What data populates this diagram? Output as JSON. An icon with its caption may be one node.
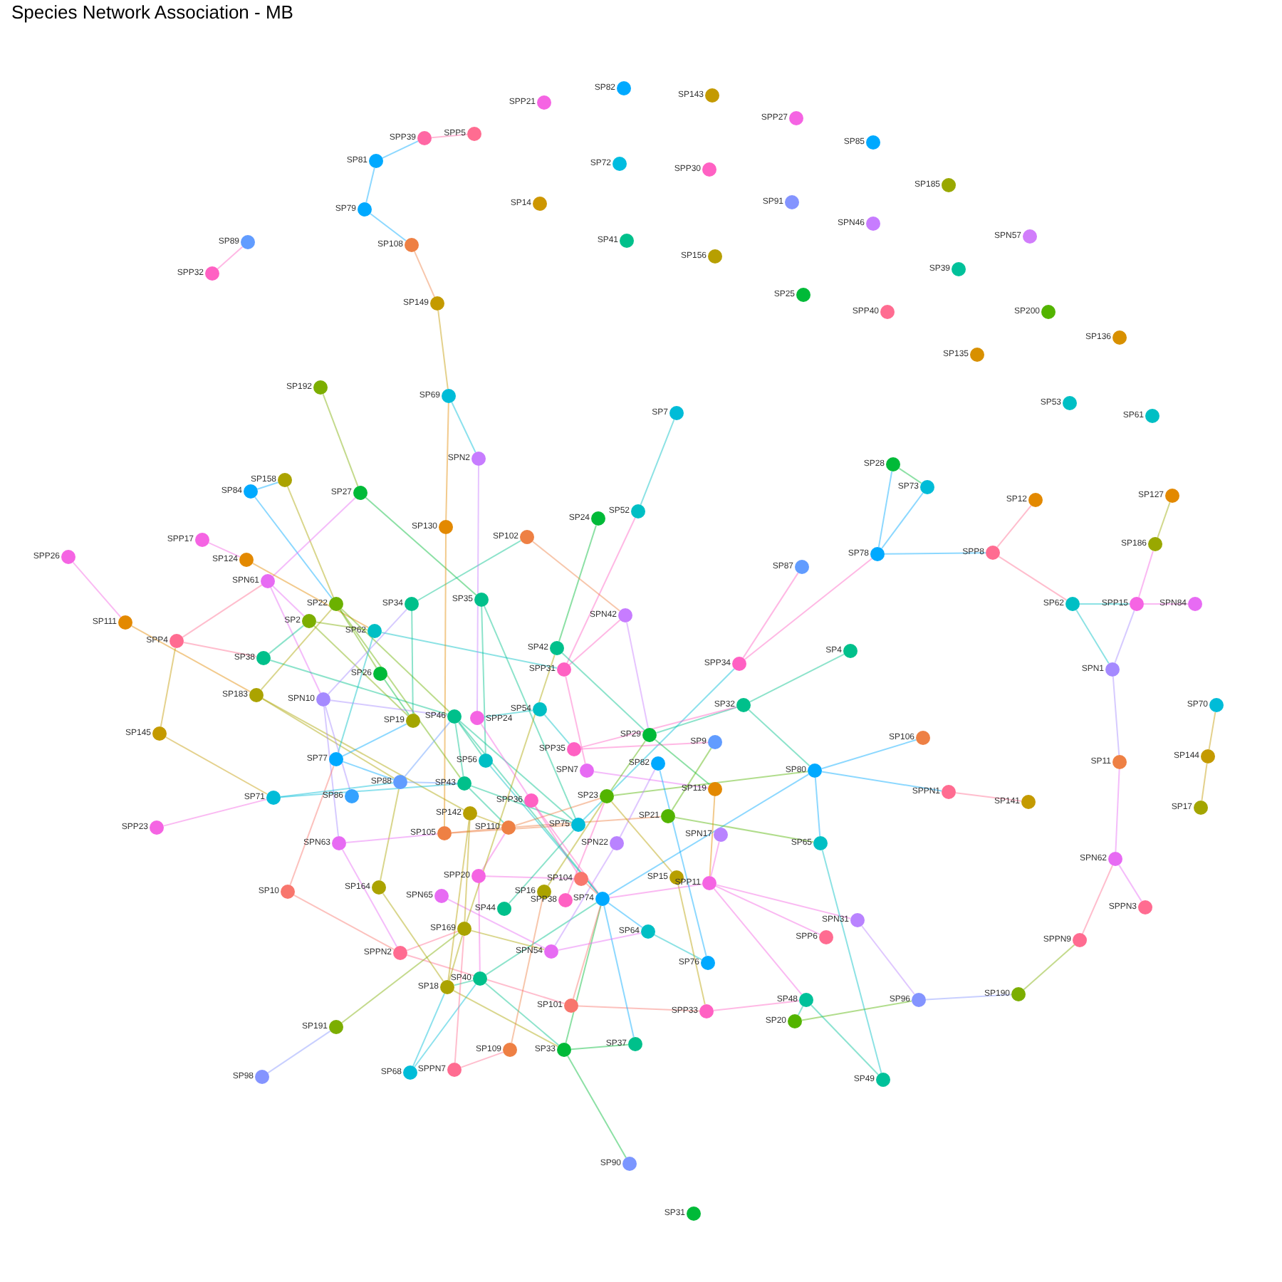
{
  "diagram": {
    "title": "Species Network Association - MB",
    "nodes": [
      {
        "text": [],
        "shape": "circle",
        "beside": [
          "SP82"
        ]
      },
      {
        "text": [],
        "shape": "circle",
        "beside": [
          "SP143"
        ]
      },
      {
        "text": [],
        "shape": "circle",
        "beside": [
          "SPP21"
        ]
      },
      {
        "text": [],
        "shape": "circle",
        "beside": [
          "SPP27"
        ]
      },
      {
        "text": [],
        "shape": "circle",
        "beside": [
          "SPP5"
        ]
      },
      {
        "text": [],
        "shape": "circle",
        "beside": [
          "SPP39"
        ]
      },
      {
        "text": [],
        "shape": "circle",
        "beside": [
          "SP85"
        ]
      },
      {
        "text": [],
        "shape": "circle",
        "beside": [
          "SP81"
        ]
      },
      {
        "text": [],
        "shape": "circle",
        "beside": [
          "SP72"
        ]
      },
      {
        "text": [],
        "shape": "circle",
        "beside": [
          "SPP30"
        ]
      },
      {
        "text": [],
        "shape": "circle",
        "beside": [
          "SP185"
        ]
      },
      {
        "text": [],
        "shape": "circle",
        "beside": [
          "SP14"
        ]
      },
      {
        "text": [],
        "shape": "circle",
        "beside": [
          "SP91"
        ]
      },
      {
        "text": [],
        "shape": "circle",
        "beside": [
          "SP79"
        ]
      },
      {
        "text": [],
        "shape": "circle",
        "beside": [
          "SPN46"
        ]
      },
      {
        "text": [],
        "shape": "circle",
        "beside": [
          "SPN57"
        ]
      },
      {
        "text": [],
        "shape": "circle",
        "beside": [
          "SP41"
        ]
      },
      {
        "text": [],
        "shape": "circle",
        "beside": [
          "SP89"
        ]
      },
      {
        "text": [],
        "shape": "circle",
        "beside": [
          "SP108"
        ]
      },
      {
        "text": [],
        "shape": "circle",
        "beside": [
          "SP156"
        ]
      },
      {
        "text": [],
        "shape": "circle",
        "beside": [
          "SP39"
        ]
      },
      {
        "text": [],
        "shape": "circle",
        "beside": [
          "SPP32"
        ]
      },
      {
        "text": [],
        "shape": "circle",
        "beside": [
          "SP25"
        ]
      },
      {
        "text": [],
        "shape": "circle",
        "beside": [
          "SP149"
        ]
      },
      {
        "text": [],
        "shape": "circle",
        "beside": [
          "SPP40"
        ]
      },
      {
        "text": [],
        "shape": "circle",
        "beside": [
          "SP200"
        ]
      },
      {
        "text": [],
        "shape": "circle",
        "beside": [
          "SP136"
        ]
      },
      {
        "text": [],
        "shape": "circle",
        "beside": [
          "SP135"
        ]
      },
      {
        "text": [],
        "shape": "circle",
        "beside": [
          "SP192"
        ]
      },
      {
        "text": [],
        "shape": "circle",
        "beside": [
          "SP69"
        ]
      },
      {
        "text": [],
        "shape": "circle",
        "beside": [
          "SP53"
        ]
      },
      {
        "text": [],
        "shape": "circle",
        "beside": [
          "SP7"
        ]
      },
      {
        "text": [],
        "shape": "circle",
        "beside": [
          "SP61"
        ]
      },
      {
        "text": [],
        "shape": "circle",
        "beside": [
          "SPN2"
        ]
      },
      {
        "text": [],
        "shape": "circle",
        "beside": [
          "SP28"
        ]
      },
      {
        "text": [],
        "shape": "circle",
        "beside": [
          "SP158"
        ]
      },
      {
        "text": [],
        "shape": "circle",
        "beside": [
          "SP73"
        ]
      },
      {
        "text": [],
        "shape": "circle",
        "beside": [
          "SP84"
        ]
      },
      {
        "text": [],
        "shape": "circle",
        "beside": [
          "SP27"
        ]
      },
      {
        "text": [],
        "shape": "circle",
        "beside": [
          "SP127"
        ]
      },
      {
        "text": [],
        "shape": "circle",
        "beside": [
          "SP12"
        ]
      },
      {
        "text": [],
        "shape": "circle",
        "beside": [
          "SP52"
        ]
      },
      {
        "text": [],
        "shape": "circle",
        "beside": [
          "SP24"
        ]
      },
      {
        "text": [],
        "shape": "circle",
        "beside": [
          "SP130"
        ]
      },
      {
        "text": [],
        "shape": "circle",
        "beside": [
          "SP102"
        ]
      },
      {
        "text": [],
        "shape": "circle",
        "beside": [
          "SPP17"
        ]
      },
      {
        "text": [],
        "shape": "circle",
        "beside": [
          "SP186"
        ]
      },
      {
        "text": [],
        "shape": "circle",
        "beside": [
          "SP78"
        ]
      },
      {
        "text": [],
        "shape": "circle",
        "beside": [
          "SPP8"
        ]
      },
      {
        "text": [],
        "shape": "circle",
        "beside": [
          "SPP26"
        ]
      },
      {
        "text": [],
        "shape": "circle",
        "beside": [
          "SP124"
        ]
      },
      {
        "text": [],
        "shape": "circle",
        "beside": [
          "SP87"
        ]
      },
      {
        "text": [],
        "shape": "circle",
        "beside": [
          "SPN61"
        ]
      },
      {
        "text": [],
        "shape": "circle",
        "beside": [
          "SP35"
        ]
      },
      {
        "text": [],
        "shape": "circle",
        "beside": [
          "SP22"
        ]
      },
      {
        "text": [],
        "shape": "circle",
        "beside": [
          "SP34"
        ]
      },
      {
        "text": [],
        "shape": "circle",
        "beside": [
          "SP62"
        ]
      },
      {
        "text": [],
        "shape": "circle",
        "beside": [
          "SPP15"
        ]
      },
      {
        "text": [],
        "shape": "circle",
        "beside": [
          "SPN84"
        ]
      },
      {
        "text": [],
        "shape": "circle",
        "beside": [
          "SPN42"
        ]
      },
      {
        "text": [],
        "shape": "circle",
        "beside": [
          "SP2"
        ]
      },
      {
        "text": [],
        "shape": "circle",
        "beside": [
          "SP111"
        ]
      },
      {
        "text": [],
        "shape": "circle",
        "beside": [
          "SP62"
        ]
      },
      {
        "text": [],
        "shape": "circle",
        "beside": [
          "SPP4"
        ]
      },
      {
        "text": [],
        "shape": "circle",
        "beside": [
          "SP42"
        ]
      },
      {
        "text": [],
        "shape": "circle",
        "beside": [
          "SP4"
        ]
      },
      {
        "text": [],
        "shape": "circle",
        "beside": [
          "SP38"
        ]
      },
      {
        "text": [],
        "shape": "circle",
        "beside": [
          "SPP34"
        ]
      },
      {
        "text": [],
        "shape": "circle",
        "beside": [
          "SPP31"
        ]
      },
      {
        "text": [],
        "shape": "circle",
        "beside": [
          "SPN1"
        ]
      },
      {
        "text": [],
        "shape": "circle",
        "beside": [
          "SP26"
        ]
      },
      {
        "text": [],
        "shape": "circle",
        "beside": [
          "SP183"
        ]
      },
      {
        "text": [],
        "shape": "circle",
        "beside": [
          "SPN10"
        ]
      },
      {
        "text": [],
        "shape": "circle",
        "beside": [
          "SP32"
        ]
      },
      {
        "text": [],
        "shape": "circle",
        "beside": [
          "SP70"
        ]
      },
      {
        "text": [],
        "shape": "circle",
        "beside": [
          "SP54"
        ]
      },
      {
        "text": [],
        "shape": "circle",
        "beside": [
          "SP46"
        ]
      },
      {
        "text": [],
        "shape": "circle",
        "beside": [
          "SPP24"
        ]
      },
      {
        "text": [],
        "shape": "circle",
        "beside": [
          "SP19"
        ]
      },
      {
        "text": [],
        "shape": "circle",
        "beside": [
          "SP145"
        ]
      },
      {
        "text": [],
        "shape": "circle",
        "beside": [
          "SP29"
        ]
      },
      {
        "text": [],
        "shape": "circle",
        "beside": [
          "SP106"
        ]
      },
      {
        "text": [],
        "shape": "circle",
        "beside": [
          "SP9"
        ]
      },
      {
        "text": [],
        "shape": "circle",
        "beside": [
          "SPP35"
        ]
      },
      {
        "text": [],
        "shape": "circle",
        "beside": [
          "SP144"
        ]
      },
      {
        "text": [],
        "shape": "circle",
        "beside": [
          "SP77"
        ]
      },
      {
        "text": [],
        "shape": "circle",
        "beside": [
          "SP56"
        ]
      },
      {
        "text": [],
        "shape": "circle",
        "beside": [
          "SP11"
        ]
      },
      {
        "text": [],
        "shape": "circle",
        "beside": [
          "SP82"
        ]
      },
      {
        "text": [],
        "shape": "circle",
        "beside": [
          "SP80"
        ]
      },
      {
        "text": [],
        "shape": "circle",
        "beside": [
          "SPN7"
        ]
      },
      {
        "text": [],
        "shape": "circle",
        "beside": [
          "SP88"
        ]
      },
      {
        "text": [],
        "shape": "circle",
        "beside": [
          "SP43"
        ]
      },
      {
        "text": [],
        "shape": "circle",
        "beside": [
          "SP119"
        ]
      },
      {
        "text": [],
        "shape": "circle",
        "beside": [
          "SPPN1"
        ]
      },
      {
        "text": [],
        "shape": "circle",
        "beside": [
          "SP23"
        ]
      },
      {
        "text": [],
        "shape": "circle",
        "beside": [
          "SP86"
        ]
      },
      {
        "text": [],
        "shape": "circle",
        "beside": [
          "SP71"
        ]
      },
      {
        "text": [],
        "shape": "circle",
        "beside": [
          "SPP36"
        ]
      },
      {
        "text": [],
        "shape": "circle",
        "beside": [
          "SP141"
        ]
      },
      {
        "text": [],
        "shape": "circle",
        "beside": [
          "SP17"
        ]
      },
      {
        "text": [],
        "shape": "circle",
        "beside": [
          "SP142"
        ]
      },
      {
        "text": [],
        "shape": "circle",
        "beside": [
          "SP21"
        ]
      },
      {
        "text": [],
        "shape": "circle",
        "beside": [
          "SP75"
        ]
      },
      {
        "text": [],
        "shape": "circle",
        "beside": [
          "SPP23"
        ]
      },
      {
        "text": [],
        "shape": "circle",
        "beside": [
          "SP110"
        ]
      },
      {
        "text": [],
        "shape": "circle",
        "beside": [
          "SP105"
        ]
      },
      {
        "text": [],
        "shape": "circle",
        "beside": [
          "SPN17"
        ]
      },
      {
        "text": [],
        "shape": "circle",
        "beside": [
          "SPN63"
        ]
      },
      {
        "text": [],
        "shape": "circle",
        "beside": [
          "SPN22"
        ]
      },
      {
        "text": [],
        "shape": "circle",
        "beside": [
          "SP65"
        ]
      },
      {
        "text": [],
        "shape": "circle",
        "beside": [
          "SPN62"
        ]
      },
      {
        "text": [],
        "shape": "circle",
        "beside": [
          "SPP20"
        ]
      },
      {
        "text": [],
        "shape": "circle",
        "beside": [
          "SP15"
        ]
      },
      {
        "text": [],
        "shape": "circle",
        "beside": [
          "SP104"
        ]
      },
      {
        "text": [],
        "shape": "circle",
        "beside": [
          "SPP11"
        ]
      },
      {
        "text": [],
        "shape": "circle",
        "beside": [
          "SP164"
        ]
      },
      {
        "text": [],
        "shape": "circle",
        "beside": [
          "SP10"
        ]
      },
      {
        "text": [],
        "shape": "circle",
        "beside": [
          "SP16"
        ]
      },
      {
        "text": [],
        "shape": "circle",
        "beside": [
          "SPN65"
        ]
      },
      {
        "text": [],
        "shape": "circle",
        "beside": [
          "SP74"
        ]
      },
      {
        "text": [],
        "shape": "circle",
        "beside": [
          "SPP38"
        ]
      },
      {
        "text": [],
        "shape": "circle",
        "beside": [
          "SPPN3"
        ]
      },
      {
        "text": [],
        "shape": "circle",
        "beside": [
          "SP44"
        ]
      },
      {
        "text": [],
        "shape": "circle",
        "beside": [
          "SPN31"
        ]
      },
      {
        "text": [],
        "shape": "circle",
        "beside": [
          "SP169"
        ]
      },
      {
        "text": [],
        "shape": "circle",
        "beside": [
          "SP64"
        ]
      },
      {
        "text": [],
        "shape": "circle",
        "beside": [
          "SPP6"
        ]
      },
      {
        "text": [],
        "shape": "circle",
        "beside": [
          "SPPN9"
        ]
      },
      {
        "text": [],
        "shape": "circle",
        "beside": [
          "SPN54"
        ]
      },
      {
        "text": [],
        "shape": "circle",
        "beside": [
          "SPPN2"
        ]
      },
      {
        "text": [],
        "shape": "circle",
        "beside": [
          "SP76"
        ]
      },
      {
        "text": [],
        "shape": "circle",
        "beside": [
          "SP40"
        ]
      },
      {
        "text": [],
        "shape": "circle",
        "beside": [
          "SP18"
        ]
      },
      {
        "text": [],
        "shape": "circle",
        "beside": [
          "SP190"
        ]
      },
      {
        "text": [],
        "shape": "circle",
        "beside": [
          "SP48"
        ]
      },
      {
        "text": [],
        "shape": "circle",
        "beside": [
          "SP96"
        ]
      },
      {
        "text": [],
        "shape": "circle",
        "beside": [
          "SP101"
        ]
      },
      {
        "text": [],
        "shape": "circle",
        "beside": [
          "SPP33"
        ]
      },
      {
        "text": [],
        "shape": "circle",
        "beside": [
          "SP20"
        ]
      },
      {
        "text": [],
        "shape": "circle",
        "beside": [
          "SP191"
        ]
      },
      {
        "text": [],
        "shape": "circle",
        "beside": [
          "SP37"
        ]
      },
      {
        "text": [],
        "shape": "circle",
        "beside": [
          "SP109"
        ]
      },
      {
        "text": [],
        "shape": "circle",
        "beside": [
          "SP33"
        ]
      },
      {
        "text": [],
        "shape": "circle",
        "beside": [
          "SPPN7"
        ]
      },
      {
        "text": [],
        "shape": "circle",
        "beside": [
          "SP68"
        ]
      },
      {
        "text": [],
        "shape": "circle",
        "beside": [
          "SP98"
        ]
      },
      {
        "text": [],
        "shape": "circle",
        "beside": [
          "SP49"
        ]
      },
      {
        "text": [],
        "shape": "circle",
        "beside": [
          "SP90"
        ]
      },
      {
        "text": [],
        "shape": "circle",
        "beside": [
          "SP31"
        ]
      }
    ],
    "edges": [
      {
        "from": 5,
        "to": 4,
        "arrow": "none",
        "color": "#ff67a4"
      },
      {
        "from": 7,
        "to": 5,
        "arrow": "none",
        "color": "#00a9ff"
      },
      {
        "from": 7,
        "to": 13,
        "arrow": "none",
        "color": "#00a9ff"
      },
      {
        "from": 13,
        "to": 18,
        "arrow": "none",
        "color": "#00a9ff"
      },
      {
        "from": 18,
        "to": 23,
        "arrow": "none",
        "color": "#ee8044"
      },
      {
        "from": 23,
        "to": 29,
        "arrow": "none",
        "color": "#c49a00"
      },
      {
        "from": 21,
        "to": 17,
        "arrow": "none",
        "color": "#ff61c3"
      },
      {
        "from": 29,
        "to": 33,
        "arrow": "none",
        "color": "#00bcd8"
      },
      {
        "from": 43,
        "to": 29,
        "arrow": "none",
        "color": "#e38900"
      },
      {
        "from": 28,
        "to": 38,
        "arrow": "none",
        "color": "#7cae00"
      },
      {
        "from": 37,
        "to": 35,
        "arrow": "none",
        "color": "#00a9ff"
      },
      {
        "from": 35,
        "to": 54,
        "arrow": "none",
        "color": "#aba300"
      },
      {
        "from": 37,
        "to": 54,
        "arrow": "none",
        "color": "#00a9ff"
      },
      {
        "from": 52,
        "to": 38,
        "arrow": "none",
        "color": "#e76bf3"
      },
      {
        "from": 38,
        "to": 53,
        "arrow": "none",
        "color": "#00ba38"
      },
      {
        "from": 45,
        "to": 50,
        "arrow": "none",
        "color": "#f564e3"
      },
      {
        "from": 50,
        "to": 62,
        "arrow": "none",
        "color": "#e38900"
      },
      {
        "from": 52,
        "to": 60,
        "arrow": "none",
        "color": "#e76bf3"
      },
      {
        "from": 63,
        "to": 52,
        "arrow": "none",
        "color": "#ff6c91"
      },
      {
        "from": 52,
        "to": 72,
        "arrow": "none",
        "color": "#e76bf3"
      },
      {
        "from": 49,
        "to": 61,
        "arrow": "none",
        "color": "#f564e3"
      },
      {
        "from": 61,
        "to": 71,
        "arrow": "none",
        "color": "#e38900"
      },
      {
        "from": 63,
        "to": 66,
        "arrow": "none",
        "color": "#ff6c91"
      },
      {
        "from": 79,
        "to": 63,
        "arrow": "none",
        "color": "#c49a00"
      },
      {
        "from": 79,
        "to": 97,
        "arrow": "none",
        "color": "#c49a00"
      },
      {
        "from": 104,
        "to": 97,
        "arrow": "none",
        "color": "#f564e3"
      },
      {
        "from": 66,
        "to": 60,
        "arrow": "none",
        "color": "#00c08b"
      },
      {
        "from": 66,
        "to": 76,
        "arrow": "none",
        "color": "#00c08b"
      },
      {
        "from": 71,
        "to": 54,
        "arrow": "none",
        "color": "#aba300"
      },
      {
        "from": 71,
        "to": 91,
        "arrow": "none",
        "color": "#aba300"
      },
      {
        "from": 71,
        "to": 101,
        "arrow": "none",
        "color": "#aba300"
      },
      {
        "from": 54,
        "to": 70,
        "arrow": "none",
        "color": "#6bb100"
      },
      {
        "from": 54,
        "to": 76,
        "arrow": "none",
        "color": "#6bb100"
      },
      {
        "from": 54,
        "to": 92,
        "arrow": "none",
        "color": "#6bb100"
      },
      {
        "from": 60,
        "to": 62,
        "arrow": "none",
        "color": "#7cae00"
      },
      {
        "from": 60,
        "to": 78,
        "arrow": "none",
        "color": "#7cae00"
      },
      {
        "from": 62,
        "to": 68,
        "arrow": "none",
        "color": "#00bfc4"
      },
      {
        "from": 62,
        "to": 85,
        "arrow": "none",
        "color": "#00bfc4"
      },
      {
        "from": 72,
        "to": 55,
        "arrow": "none",
        "color": "#a58aff"
      },
      {
        "from": 55,
        "to": 78,
        "arrow": "none",
        "color": "#00c08b"
      },
      {
        "from": 55,
        "to": 44,
        "arrow": "none",
        "color": "#00c08b"
      },
      {
        "from": 70,
        "to": 78,
        "arrow": "none",
        "color": "#00ba38"
      },
      {
        "from": 72,
        "to": 76,
        "arrow": "none",
        "color": "#a58aff"
      },
      {
        "from": 72,
        "to": 96,
        "arrow": "none",
        "color": "#a58aff"
      },
      {
        "from": 72,
        "to": 108,
        "arrow": "none",
        "color": "#a58aff"
      },
      {
        "from": 85,
        "to": 78,
        "arrow": "none",
        "color": "#00a9ff"
      },
      {
        "from": 85,
        "to": 91,
        "arrow": "none",
        "color": "#00a9ff"
      },
      {
        "from": 117,
        "to": 85,
        "arrow": "none",
        "color": "#f8766d"
      },
      {
        "from": 97,
        "to": 91,
        "arrow": "none",
        "color": "#00bcd8"
      },
      {
        "from": 97,
        "to": 92,
        "arrow": "none",
        "color": "#00bcd8"
      },
      {
        "from": 91,
        "to": 76,
        "arrow": "none",
        "color": "#619cff"
      },
      {
        "from": 91,
        "to": 92,
        "arrow": "none",
        "color": "#619cff"
      },
      {
        "from": 116,
        "to": 91,
        "arrow": "none",
        "color": "#aba300"
      },
      {
        "from": 108,
        "to": 106,
        "arrow": "none",
        "color": "#e76bf3"
      },
      {
        "from": 108,
        "to": 130,
        "arrow": "none",
        "color": "#e76bf3"
      },
      {
        "from": 117,
        "to": 130,
        "arrow": "none",
        "color": "#f8766d"
      },
      {
        "from": 130,
        "to": 137,
        "arrow": "none",
        "color": "#ff6c91"
      },
      {
        "from": 130,
        "to": 125,
        "arrow": "none",
        "color": "#ff6c91"
      },
      {
        "from": 116,
        "to": 133,
        "arrow": "none",
        "color": "#aba300"
      },
      {
        "from": 146,
        "to": 140,
        "arrow": "none",
        "color": "#8494ff"
      },
      {
        "from": 140,
        "to": 125,
        "arrow": "none",
        "color": "#7cae00"
      },
      {
        "from": 125,
        "to": 129,
        "arrow": "none",
        "color": "#aba300"
      },
      {
        "from": 125,
        "to": 133,
        "arrow": "none",
        "color": "#aba300"
      },
      {
        "from": 119,
        "to": 129,
        "arrow": "none",
        "color": "#e76bf3"
      },
      {
        "from": 112,
        "to": 114,
        "arrow": "none",
        "color": "#f564e3"
      },
      {
        "from": 112,
        "to": 132,
        "arrow": "none",
        "color": "#f564e3"
      },
      {
        "from": 123,
        "to": 103,
        "arrow": "none",
        "color": "#00c08b"
      },
      {
        "from": 132,
        "to": 120,
        "arrow": "none",
        "color": "#00c08b"
      },
      {
        "from": 132,
        "to": 133,
        "arrow": "none",
        "color": "#00c08b"
      },
      {
        "from": 145,
        "to": 132,
        "arrow": "none",
        "color": "#00bcd8"
      },
      {
        "from": 132,
        "to": 143,
        "arrow": "none",
        "color": "#00c08b"
      },
      {
        "from": 145,
        "to": 133,
        "arrow": "none",
        "color": "#00bcd8"
      },
      {
        "from": 133,
        "to": 143,
        "arrow": "none",
        "color": "#aba300"
      },
      {
        "from": 144,
        "to": 142,
        "arrow": "none",
        "color": "#ff6c91"
      },
      {
        "from": 144,
        "to": 125,
        "arrow": "none",
        "color": "#ff6c91"
      },
      {
        "from": 142,
        "to": 118,
        "arrow": "none",
        "color": "#ee8044"
      },
      {
        "from": 143,
        "to": 141,
        "arrow": "none",
        "color": "#00ba38"
      },
      {
        "from": 143,
        "to": 148,
        "arrow": "none",
        "color": "#00ba38"
      },
      {
        "from": 143,
        "to": 120,
        "arrow": "none",
        "color": "#00ba38"
      },
      {
        "from": 137,
        "to": 138,
        "arrow": "none",
        "color": "#f8766d"
      },
      {
        "from": 137,
        "to": 120,
        "arrow": "none",
        "color": "#f8766d"
      },
      {
        "from": 138,
        "to": 135,
        "arrow": "none",
        "color": "#ff61c3"
      },
      {
        "from": 135,
        "to": 139,
        "arrow": "none",
        "color": "#00c19a"
      },
      {
        "from": 139,
        "to": 136,
        "arrow": "none",
        "color": "#53b400"
      },
      {
        "from": 135,
        "to": 147,
        "arrow": "none",
        "color": "#00c19a"
      },
      {
        "from": 115,
        "to": 135,
        "arrow": "none",
        "color": "#f564e3"
      },
      {
        "from": 126,
        "to": 131,
        "arrow": "none",
        "color": "#00bfc4"
      },
      {
        "from": 120,
        "to": 126,
        "arrow": "none",
        "color": "#00a9ff"
      },
      {
        "from": 113,
        "to": 138,
        "arrow": "none",
        "color": "#b79f00"
      },
      {
        "from": 120,
        "to": 141,
        "arrow": "none",
        "color": "#00a9ff"
      },
      {
        "from": 120,
        "to": 89,
        "arrow": "none",
        "color": "#00a9ff"
      },
      {
        "from": 103,
        "to": 67,
        "arrow": "none",
        "color": "#00bcd8"
      },
      {
        "from": 129,
        "to": 126,
        "arrow": "none",
        "color": "#e76bf3"
      },
      {
        "from": 109,
        "to": 129,
        "arrow": "none",
        "color": "#b983ff"
      },
      {
        "from": 115,
        "to": 124,
        "arrow": "none",
        "color": "#f564e3"
      },
      {
        "from": 115,
        "to": 127,
        "arrow": "none",
        "color": "#f564e3"
      },
      {
        "from": 115,
        "to": 120,
        "arrow": "none",
        "color": "#f564e3"
      },
      {
        "from": 124,
        "to": 136,
        "arrow": "none",
        "color": "#b983ff"
      },
      {
        "from": 110,
        "to": 147,
        "arrow": "none",
        "color": "#00bfc4"
      },
      {
        "from": 89,
        "to": 110,
        "arrow": "none",
        "color": "#00a9ff"
      },
      {
        "from": 102,
        "to": 110,
        "arrow": "none",
        "color": "#53b400"
      },
      {
        "from": 89,
        "to": 81,
        "arrow": "none",
        "color": "#00a9ff"
      },
      {
        "from": 89,
        "to": 94,
        "arrow": "none",
        "color": "#00a9ff"
      },
      {
        "from": 73,
        "to": 89,
        "arrow": "none",
        "color": "#00c08b"
      },
      {
        "from": 95,
        "to": 89,
        "arrow": "none",
        "color": "#53b400"
      },
      {
        "from": 94,
        "to": 99,
        "arrow": "none",
        "color": "#ff6c91"
      },
      {
        "from": 65,
        "to": 73,
        "arrow": "none",
        "color": "#00c08b"
      },
      {
        "from": 73,
        "to": 80,
        "arrow": "none",
        "color": "#00c08b"
      },
      {
        "from": 83,
        "to": 73,
        "arrow": "none",
        "color": "#ff61c3"
      },
      {
        "from": 67,
        "to": 51,
        "arrow": "none",
        "color": "#ff61c3"
      },
      {
        "from": 67,
        "to": 47,
        "arrow": "none",
        "color": "#ff61c3"
      },
      {
        "from": 47,
        "to": 34,
        "arrow": "none",
        "color": "#00a9ff"
      },
      {
        "from": 47,
        "to": 36,
        "arrow": "none",
        "color": "#00a9ff"
      },
      {
        "from": 34,
        "to": 36,
        "arrow": "none",
        "color": "#00ba38"
      },
      {
        "from": 47,
        "to": 48,
        "arrow": "none",
        "color": "#00a9ff"
      },
      {
        "from": 48,
        "to": 40,
        "arrow": "none",
        "color": "#ff6c91"
      },
      {
        "from": 48,
        "to": 56,
        "arrow": "none",
        "color": "#ff6c91"
      },
      {
        "from": 56,
        "to": 57,
        "arrow": "none",
        "color": "#00bfc4"
      },
      {
        "from": 56,
        "to": 69,
        "arrow": "none",
        "color": "#00bfc4"
      },
      {
        "from": 57,
        "to": 58,
        "arrow": "none",
        "color": "#f564e3"
      },
      {
        "from": 57,
        "to": 46,
        "arrow": "none",
        "color": "#f564e3"
      },
      {
        "from": 46,
        "to": 39,
        "arrow": "none",
        "color": "#99a800"
      },
      {
        "from": 69,
        "to": 57,
        "arrow": "none",
        "color": "#a58aff"
      },
      {
        "from": 69,
        "to": 87,
        "arrow": "none",
        "color": "#a58aff"
      },
      {
        "from": 111,
        "to": 87,
        "arrow": "none",
        "color": "#e76bf3"
      },
      {
        "from": 111,
        "to": 122,
        "arrow": "none",
        "color": "#e76bf3"
      },
      {
        "from": 128,
        "to": 111,
        "arrow": "none",
        "color": "#ff6c91"
      },
      {
        "from": 134,
        "to": 128,
        "arrow": "none",
        "color": "#7cae00"
      },
      {
        "from": 136,
        "to": 134,
        "arrow": "none",
        "color": "#8494ff"
      },
      {
        "from": 84,
        "to": 74,
        "arrow": "none",
        "color": "#c49a00"
      },
      {
        "from": 84,
        "to": 100,
        "arrow": "none",
        "color": "#c49a00"
      },
      {
        "from": 59,
        "to": 80,
        "arrow": "none",
        "color": "#c77cff"
      },
      {
        "from": 68,
        "to": 59,
        "arrow": "none",
        "color": "#ff61c3"
      },
      {
        "from": 68,
        "to": 41,
        "arrow": "none",
        "color": "#ff61c3"
      },
      {
        "from": 42,
        "to": 64,
        "arrow": "none",
        "color": "#00ba38"
      },
      {
        "from": 41,
        "to": 31,
        "arrow": "none",
        "color": "#00bfc4"
      },
      {
        "from": 44,
        "to": 59,
        "arrow": "none",
        "color": "#ee8044"
      },
      {
        "from": 64,
        "to": 80,
        "arrow": "none",
        "color": "#00c08b"
      },
      {
        "from": 53,
        "to": 86,
        "arrow": "none",
        "color": "#00c08b"
      },
      {
        "from": 53,
        "to": 103,
        "arrow": "none",
        "color": "#00c08b"
      },
      {
        "from": 75,
        "to": 83,
        "arrow": "none",
        "color": "#00bfc4"
      },
      {
        "from": 68,
        "to": 90,
        "arrow": "none",
        "color": "#ff61c3"
      },
      {
        "from": 83,
        "to": 82,
        "arrow": "none",
        "color": "#ff61c3"
      },
      {
        "from": 90,
        "to": 93,
        "arrow": "none",
        "color": "#e76bf3"
      },
      {
        "from": 80,
        "to": 93,
        "arrow": "none",
        "color": "#00ba38"
      },
      {
        "from": 88,
        "to": 131,
        "arrow": "none",
        "color": "#00a9ff"
      },
      {
        "from": 102,
        "to": 82,
        "arrow": "none",
        "color": "#53b400"
      },
      {
        "from": 95,
        "to": 80,
        "arrow": "none",
        "color": "#53b400"
      },
      {
        "from": 105,
        "to": 102,
        "arrow": "none",
        "color": "#ee8044"
      },
      {
        "from": 109,
        "to": 88,
        "arrow": "none",
        "color": "#b983ff"
      },
      {
        "from": 93,
        "to": 115,
        "arrow": "none",
        "color": "#e38900"
      },
      {
        "from": 115,
        "to": 107,
        "arrow": "none",
        "color": "#f564e3"
      },
      {
        "from": 76,
        "to": 86,
        "arrow": "none",
        "color": "#00c08b"
      },
      {
        "from": 76,
        "to": 92,
        "arrow": "none",
        "color": "#00c08b"
      },
      {
        "from": 76,
        "to": 103,
        "arrow": "none",
        "color": "#00c08b"
      },
      {
        "from": 76,
        "to": 120,
        "arrow": "none",
        "color": "#00c08b"
      },
      {
        "from": 77,
        "to": 98,
        "arrow": "none",
        "color": "#f564e3"
      },
      {
        "from": 75,
        "to": 77,
        "arrow": "none",
        "color": "#00bfc4"
      },
      {
        "from": 92,
        "to": 103,
        "arrow": "none",
        "color": "#00c08b"
      },
      {
        "from": 92,
        "to": 105,
        "arrow": "none",
        "color": "#00c08b"
      },
      {
        "from": 101,
        "to": 105,
        "arrow": "none",
        "color": "#b79f00"
      },
      {
        "from": 106,
        "to": 105,
        "arrow": "none",
        "color": "#ee8044"
      },
      {
        "from": 106,
        "to": 103,
        "arrow": "none",
        "color": "#ee8044"
      },
      {
        "from": 105,
        "to": 95,
        "arrow": "none",
        "color": "#ee8044"
      },
      {
        "from": 98,
        "to": 114,
        "arrow": "none",
        "color": "#ff61c3"
      },
      {
        "from": 112,
        "to": 105,
        "arrow": "none",
        "color": "#f564e3"
      },
      {
        "from": 98,
        "to": 120,
        "arrow": "none",
        "color": "#ff61c3"
      },
      {
        "from": 101,
        "to": 125,
        "arrow": "none",
        "color": "#b79f00"
      },
      {
        "from": 101,
        "to": 133,
        "arrow": "none",
        "color": "#b79f00"
      },
      {
        "from": 118,
        "to": 95,
        "arrow": "none",
        "color": "#aba300"
      },
      {
        "from": 114,
        "to": 120,
        "arrow": "none",
        "color": "#f8766d"
      },
      {
        "from": 121,
        "to": 95,
        "arrow": "none",
        "color": "#ff61c3"
      },
      {
        "from": 113,
        "to": 95,
        "arrow": "none",
        "color": "#b79f00"
      },
      {
        "from": 43,
        "to": 106,
        "arrow": "none",
        "color": "#e38900"
      },
      {
        "from": 33,
        "to": 77,
        "arrow": "none",
        "color": "#c77cff"
      },
      {
        "from": 125,
        "to": 64,
        "arrow": "none",
        "color": "#aba300"
      },
      {
        "from": 86,
        "to": 120,
        "arrow": "none",
        "color": "#00bfc4"
      }
    ]
  }
}
